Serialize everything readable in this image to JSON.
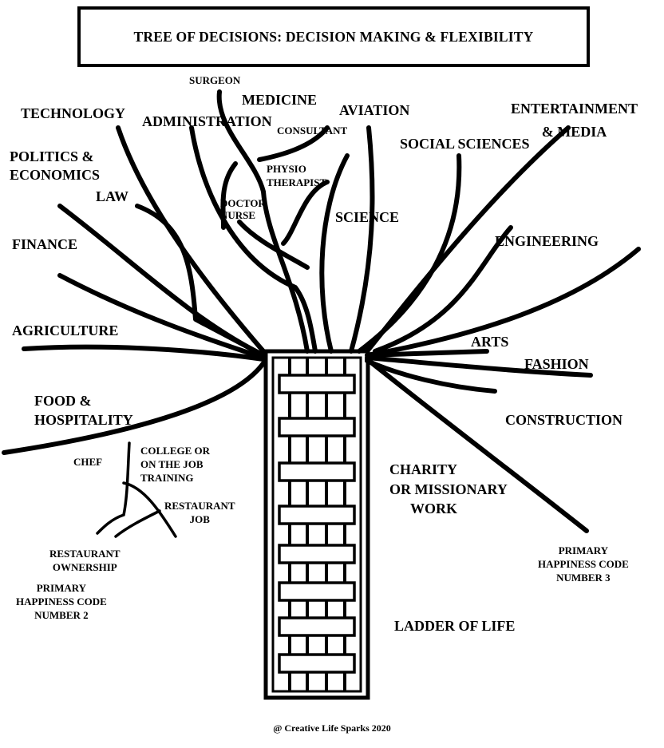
{
  "title": "TREE OF DECISIONS: DECISION MAKING & FLEXIBILITY",
  "branches": {
    "technology": "TECHNOLOGY",
    "administration": "ADMINISTRATION",
    "surgeon": "SURGEON",
    "medicine": "MEDICINE",
    "consultant": "CONSULTANT",
    "aviation": "AVIATION",
    "entertainment_line1": "ENTERTAINMENT",
    "entertainment_line2": "& MEDIA",
    "social_sciences": "SOCIAL SCIENCES",
    "politics_line1": "POLITICS &",
    "politics_line2": "ECONOMICS",
    "law": "LAW",
    "physio_line1": "PHYSIO",
    "physio_line2": "THERAPIST",
    "doctor": "DOCTOR",
    "nurse": "NURSE",
    "science": "SCIENCE",
    "engineering": "ENGINEERING",
    "finance": "FINANCE",
    "agriculture": "AGRICULTURE",
    "arts": "ARTS",
    "fashion": "FASHION",
    "food_line1": "FOOD &",
    "food_line2": "HOSPITALITY",
    "construction": "CONSTRUCTION",
    "chef": "CHEF",
    "college_line1": "COLLEGE OR",
    "college_line2": "ON THE JOB",
    "college_line3": "TRAINING",
    "restaurant_job_line1": "RESTAURANT",
    "restaurant_job_line2": "JOB",
    "charity_line1": "CHARITY",
    "charity_line2": "OR MISSIONARY",
    "charity_line3": "WORK",
    "restaurant_own_line1": "RESTAURANT",
    "restaurant_own_line2": "OWNERSHIP"
  },
  "codes": {
    "code2_line1": "PRIMARY",
    "code2_line2": "HAPPINESS CODE",
    "code2_line3": "NUMBER 2",
    "code3_line1": "PRIMARY",
    "code3_line2": "HAPPINESS CODE",
    "code3_line3": "NUMBER 3"
  },
  "ladder_label": "LADDER OF LIFE",
  "footer": "@ Creative Life Sparks 2020",
  "colors": {
    "ink": "#000000",
    "background": "#ffffff"
  }
}
